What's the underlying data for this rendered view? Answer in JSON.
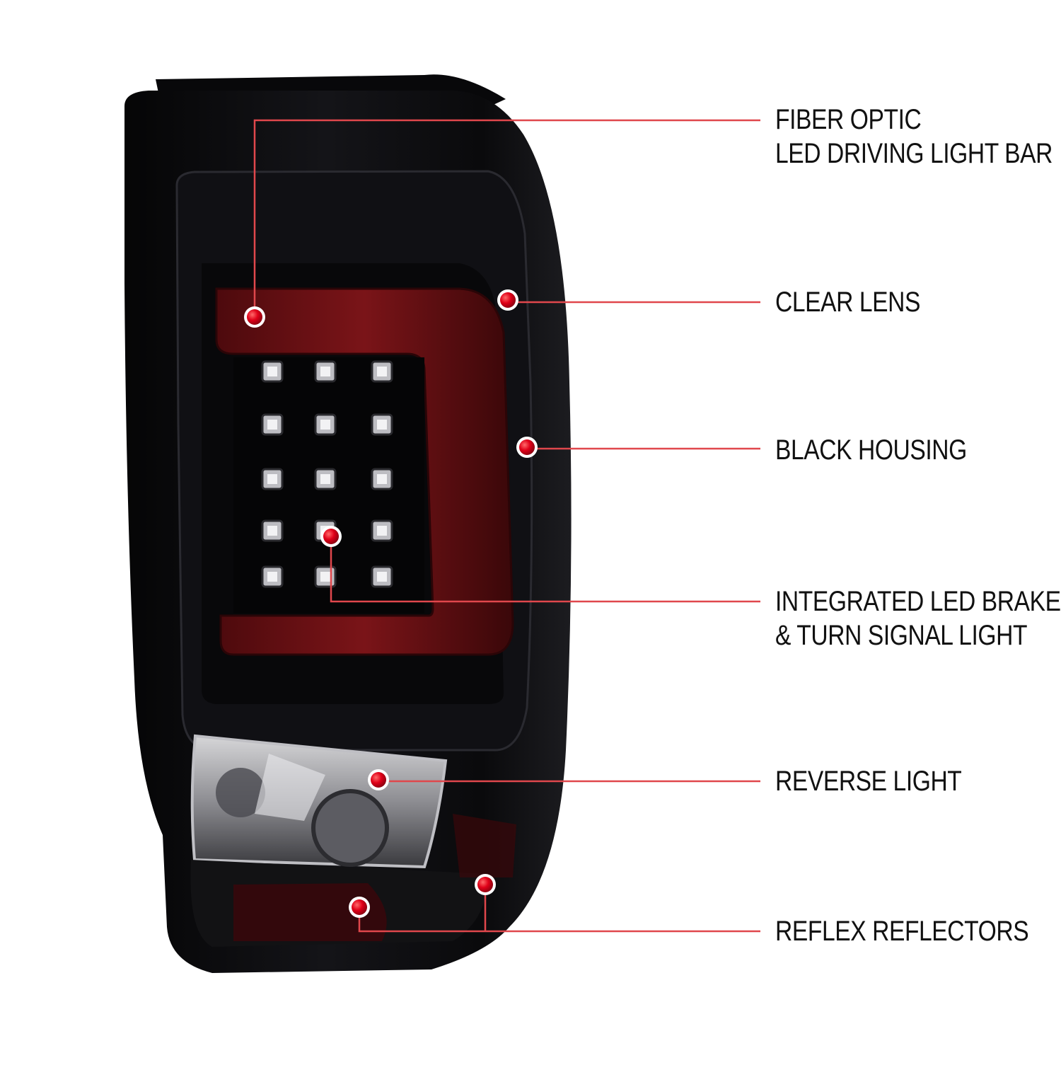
{
  "callouts": [
    {
      "id": "fiber-optic",
      "lines": [
        "FIBER OPTIC",
        "LED DRIVING LIGHT BAR"
      ]
    },
    {
      "id": "clear-lens",
      "lines": [
        "CLEAR LENS"
      ]
    },
    {
      "id": "black-housing",
      "lines": [
        "BLACK HOUSING"
      ]
    },
    {
      "id": "integrated-led",
      "lines": [
        "INTEGRATED LED BRAKE",
        "& TURN SIGNAL LIGHT"
      ]
    },
    {
      "id": "reverse-light",
      "lines": [
        "REVERSE LIGHT"
      ]
    },
    {
      "id": "reflex-reflectors",
      "lines": [
        "REFLEX REFLECTORS"
      ]
    }
  ],
  "colors": {
    "leader_line": "#e0474c",
    "marker_dot": "#d8001a",
    "housing": "#0b0b0d",
    "light_bar": "#6a0e12",
    "label_text": "#111111"
  }
}
